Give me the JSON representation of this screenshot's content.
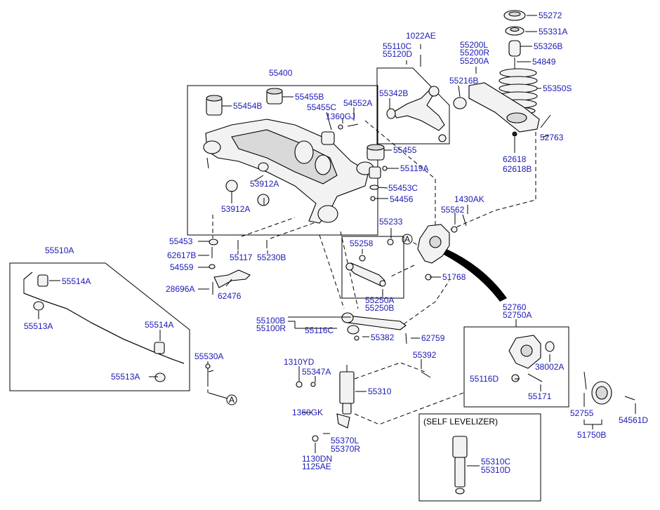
{
  "labels": {
    "l55272": "55272",
    "l55331A": "55331A",
    "l55326B": "55326B",
    "l54849": "54849",
    "l55350S": "55350S",
    "l52763": "52763",
    "l62618": "62618",
    "l62618B": "62618B",
    "l1022AE": "1022AE",
    "l55110C": "55110C",
    "l55120D": "55120D",
    "l55200L": "55200L",
    "l55200R": "55200R",
    "l55200A": "55200A",
    "l55216B": "55216B",
    "l55342B": "55342B",
    "l55400": "55400",
    "l55455B": "55455B",
    "l55454B": "55454B",
    "l55455C": "55455C",
    "l54552A": "54552A",
    "l1360GJ": "1360GJ",
    "l55455": "55455",
    "l55119A": "55119A",
    "l53912A_1": "53912A",
    "l53912A_2": "53912A",
    "l55453C": "55453C",
    "l54456": "54456",
    "l1430AK": "1430AK",
    "l55562": "55562",
    "l55233": "55233",
    "l55453": "55453",
    "l62617B": "62617B",
    "l55117": "55117",
    "l55230B": "55230B",
    "l55258": "55258",
    "l54559": "54559",
    "l28696A": "28696A",
    "l62476": "62476",
    "l51768": "51768",
    "l55250A": "55250A",
    "l55250B": "55250B",
    "l55510A": "55510A",
    "l55514A_1": "55514A",
    "l55513A_1": "55513A",
    "l55514A_2": "55514A",
    "l55513A_2": "55513A",
    "l55530A": "55530A",
    "l55100B": "55100B",
    "l55100R": "55100R",
    "l55116C": "55116C",
    "l55382": "55382",
    "l62759": "62759",
    "l52760": "52760",
    "l52750A": "52750A",
    "l55392": "55392",
    "l1310YD": "1310YD",
    "l55347A": "55347A",
    "l55310": "55310",
    "l1360GK": "1360GK",
    "l55370L": "55370L",
    "l55370R": "55370R",
    "l1130DN": "1130DN",
    "l1125AE": "1125AE",
    "l38002A": "38002A",
    "l55116D": "55116D",
    "l55171": "55171",
    "l52755": "52755",
    "l54561D": "54561D",
    "l51750B": "51750B",
    "selfLevelizer": "(SELF LEVELIZER)",
    "l55310C": "55310C",
    "l55310D": "55310D",
    "refA_1": "A",
    "refA_2": "A"
  },
  "colors": {
    "label": "#1a1ab4",
    "line": "#000000",
    "part_fill": "#f2f2f2",
    "part_shade": "#d9d9d9"
  }
}
